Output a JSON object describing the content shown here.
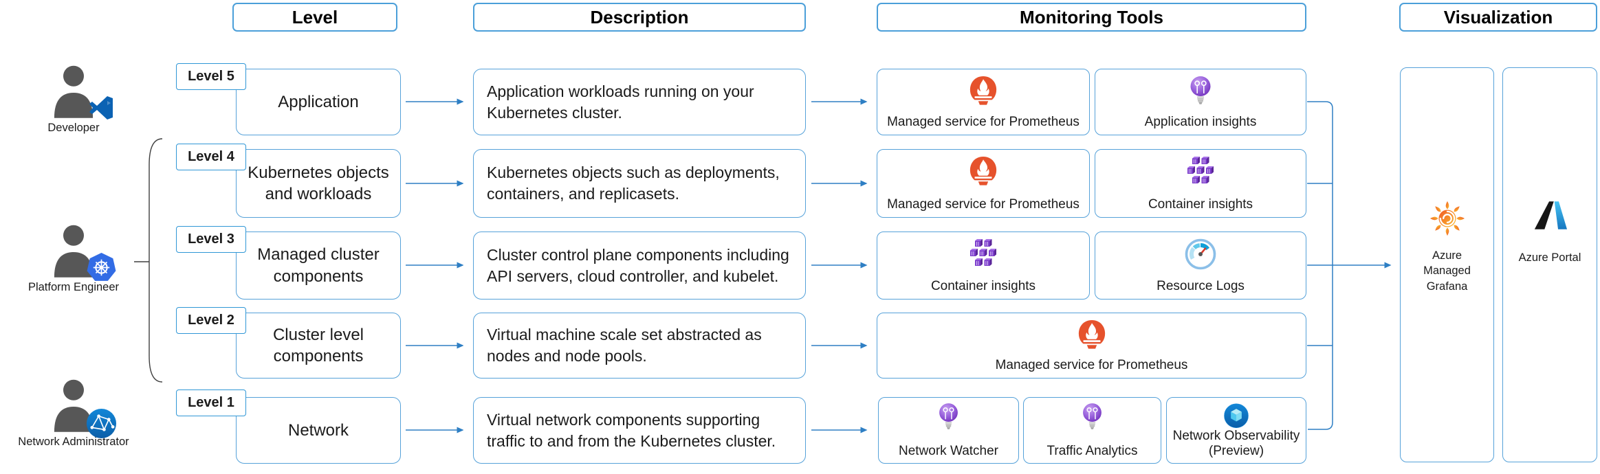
{
  "headers": {
    "level": "Level",
    "description": "Description",
    "monitoring_tools": "Monitoring Tools",
    "visualization": "Visualization"
  },
  "personas": [
    {
      "label": "Developer",
      "icon": "visual-studio-icon"
    },
    {
      "label": "Platform Engineer",
      "icon": "kubernetes-icon"
    },
    {
      "label": "Network Administrator",
      "icon": "network-globe-icon"
    }
  ],
  "rows": [
    {
      "badge": "Level 5",
      "level": "Application",
      "description": "Application workloads running on your Kubernetes cluster.",
      "tools": [
        {
          "label": "Managed service for Prometheus",
          "icon": "prometheus-icon"
        },
        {
          "label": "Application insights",
          "icon": "app-insights-bulb-icon"
        }
      ]
    },
    {
      "badge": "Level 4",
      "level": "Kubernetes objects and workloads",
      "description": "Kubernetes objects such as deployments, containers, and replicasets.",
      "tools": [
        {
          "label": "Managed service for Prometheus",
          "icon": "prometheus-icon"
        },
        {
          "label": "Container insights",
          "icon": "container-insights-icon"
        }
      ]
    },
    {
      "badge": "Level 3",
      "level": "Managed cluster components",
      "description": "Cluster control plane components including API servers, cloud controller, and kubelet.",
      "tools": [
        {
          "label": "Container insights",
          "icon": "container-insights-icon"
        },
        {
          "label": "Resource Logs",
          "icon": "resource-logs-gauge-icon"
        }
      ]
    },
    {
      "badge": "Level 2",
      "level": "Cluster level components",
      "description": "Virtual machine scale set abstracted as nodes and node pools.",
      "tools": [
        {
          "label": "Managed service for Prometheus",
          "icon": "prometheus-icon"
        }
      ]
    },
    {
      "badge": "Level 1",
      "level": "Network",
      "description": "Virtual network components supporting traffic to and from the Kubernetes cluster.",
      "tools": [
        {
          "label": "Network Watcher",
          "icon": "network-watcher-bulb-icon"
        },
        {
          "label": "Traffic Analytics",
          "icon": "traffic-analytics-bulb-icon"
        },
        {
          "label": "Network Observability (Preview)",
          "icon": "network-observability-icon"
        }
      ]
    }
  ],
  "visualization": [
    {
      "label": "Azure Managed Grafana",
      "icon": "grafana-icon"
    },
    {
      "label": "Azure Portal",
      "icon": "azure-portal-icon"
    }
  ],
  "colors": {
    "box_border": "#55a1d9",
    "arrow_blue": "#2e7fc4",
    "bracket_gray": "#3f3f3f",
    "prometheus_orange": "#e6522c",
    "insights_purple": "#8a4fd4",
    "azure_blue": "#28a4e4",
    "grafana_orange": "#f26522",
    "grafana_yellow": "#fbc02d"
  }
}
